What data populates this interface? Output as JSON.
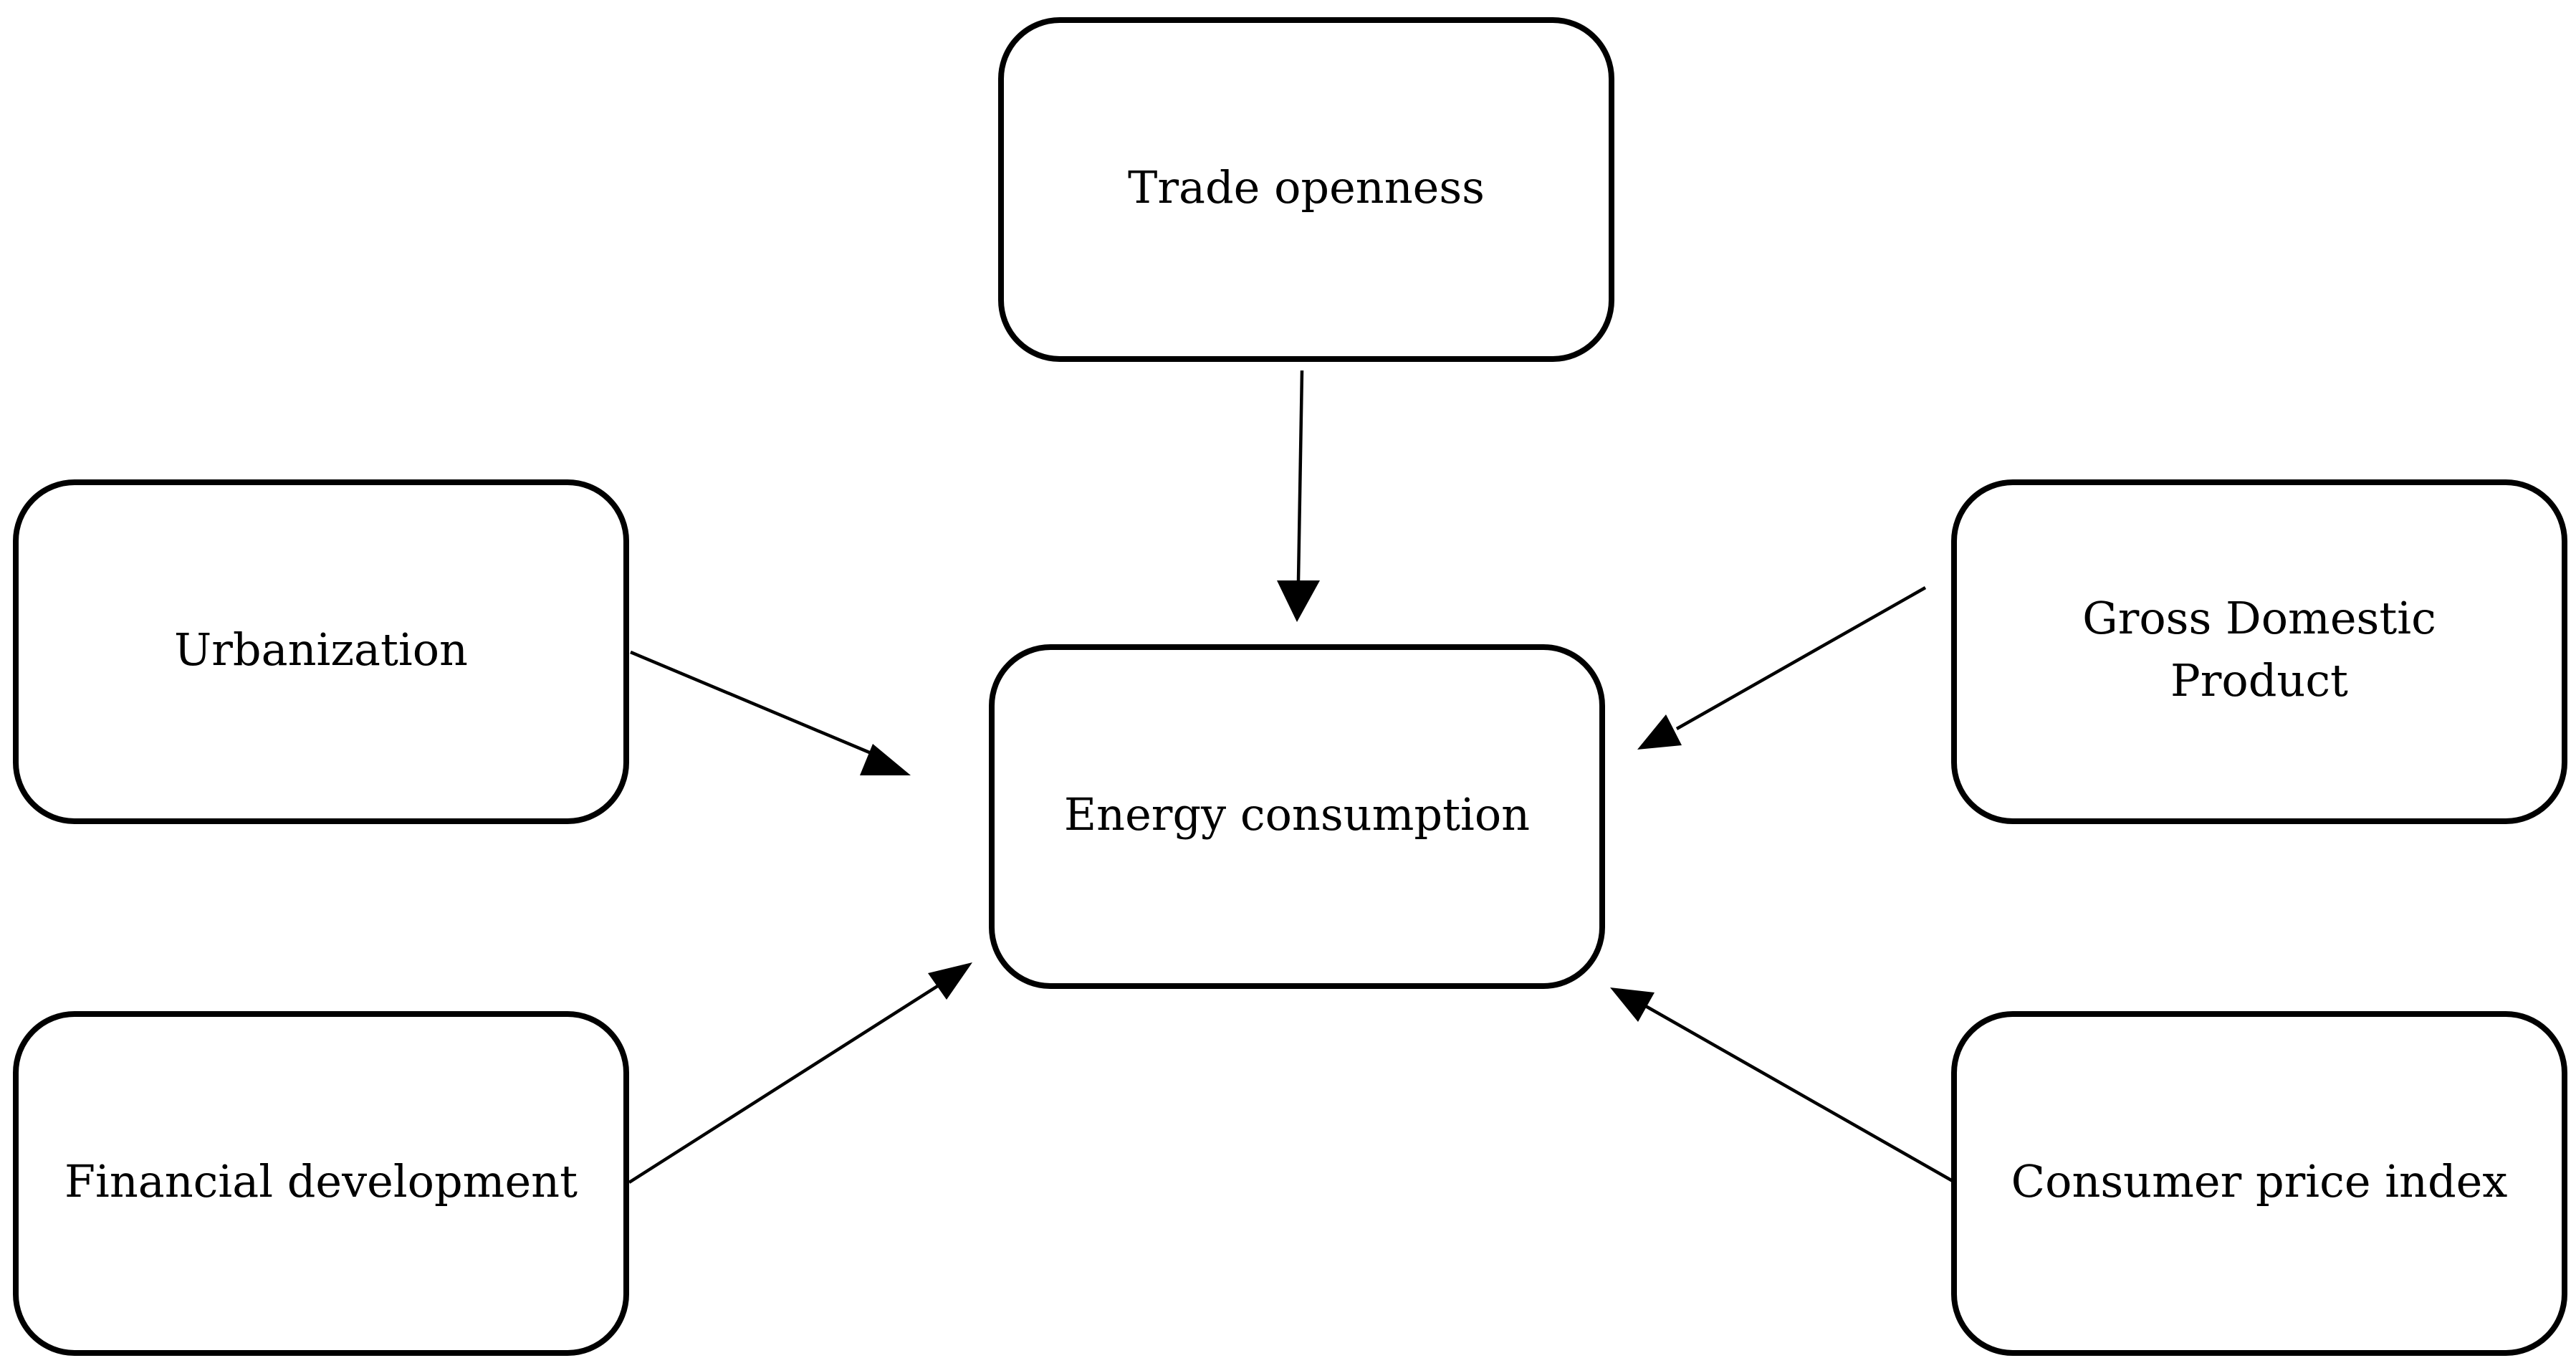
{
  "diagram": {
    "nodes": {
      "trade": {
        "label": "Trade openness"
      },
      "urban": {
        "label": "Urbanization"
      },
      "gdp": {
        "label_line1": "Gross Domestic",
        "label_line2": "Product"
      },
      "energy": {
        "label": "Energy consumption"
      },
      "finance": {
        "label": "Financial development"
      },
      "cpi": {
        "label": "Consumer price index"
      }
    },
    "edges": [
      {
        "from": "Trade openness",
        "to": "Energy consumption"
      },
      {
        "from": "Urbanization",
        "to": "Energy consumption"
      },
      {
        "from": "Gross Domestic Product",
        "to": "Energy consumption"
      },
      {
        "from": "Financial development",
        "to": "Energy consumption"
      },
      {
        "from": "Consumer price index",
        "to": "Energy consumption"
      }
    ]
  }
}
